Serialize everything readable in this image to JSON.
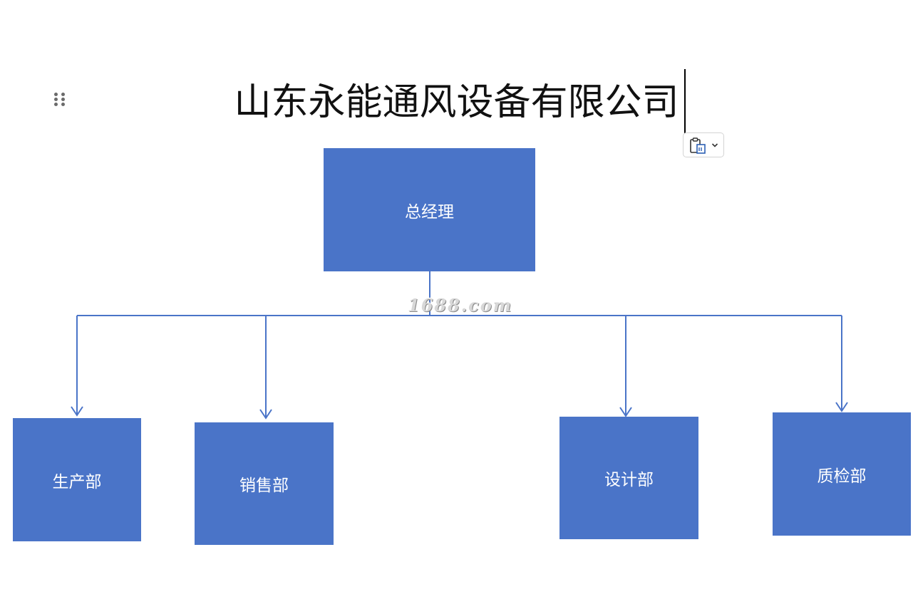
{
  "document": {
    "title": "山东永能通风设备有限公司"
  },
  "icons": {
    "drag_handle": "drag-handle-icon",
    "paste": "clipboard-paste-icon",
    "dropdown": "chevron-down-icon"
  },
  "org_chart": {
    "root": "总经理",
    "departments": [
      "生产部",
      "销售部",
      "设计部",
      "质检部"
    ]
  },
  "watermark": "1688.com",
  "colors": {
    "box_fill": "#4a74c8",
    "connector": "#4a74c8",
    "text": "#111111"
  }
}
